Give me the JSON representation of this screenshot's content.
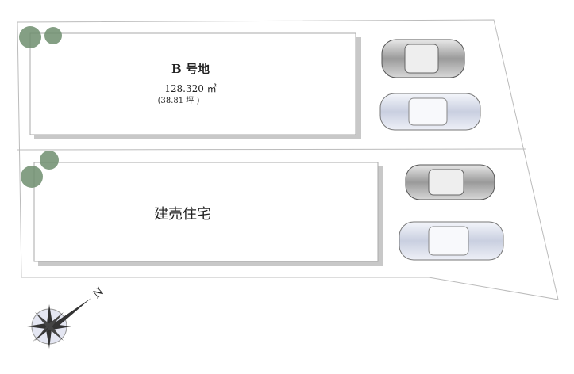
{
  "lot_b": {
    "title": "B 号地",
    "area": "128.320 ㎡",
    "tsubo": "(38.81 坪 )"
  },
  "lot_house": {
    "title": "建売住宅"
  },
  "compass": {
    "north_label": "N"
  },
  "colors": {
    "outline": "#bbbbbb",
    "tree": "#6f8f6f",
    "shadow": "#c8c8c8"
  }
}
